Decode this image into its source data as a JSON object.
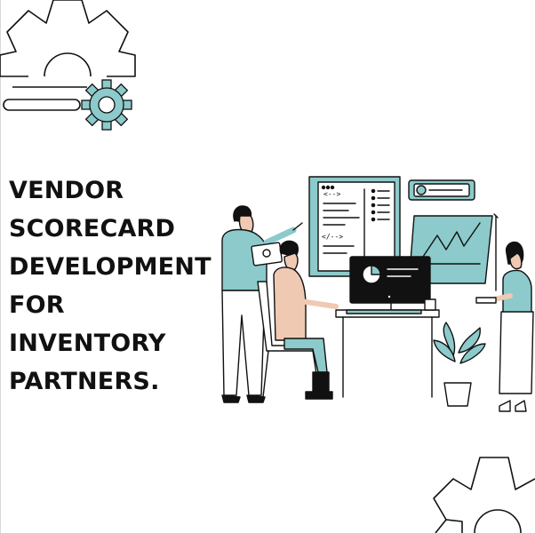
{
  "headline": {
    "lines": [
      "VENDOR",
      "SCORECARD",
      "DEVELOPMENT",
      "FOR",
      "INVENTORY",
      "PARTNERS."
    ]
  },
  "colors": {
    "accent": "#8ccacb",
    "ink": "#111111",
    "skin": "#f0c9b3",
    "background": "#ffffff"
  },
  "icons": [
    "gear-icon",
    "code-monitor",
    "bar-chart",
    "pie-chart-monitor",
    "check-badge",
    "potted-plant"
  ]
}
